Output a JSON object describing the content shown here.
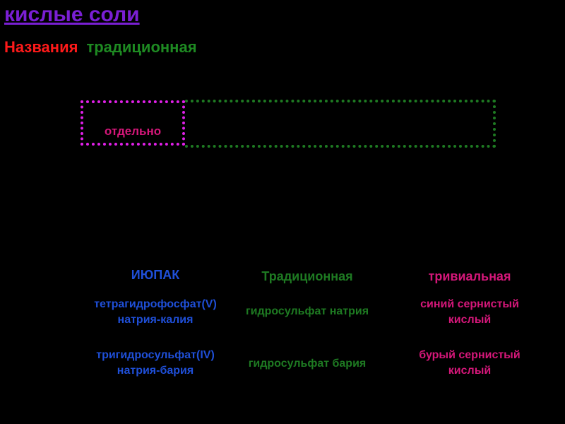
{
  "title": "кислые соли",
  "subtitle": {
    "part1": "Названия",
    "part2": "традиционная"
  },
  "formula_box": {
    "label": "отдельно"
  },
  "table": {
    "columns": [
      {
        "header": "ИЮПАК"
      },
      {
        "header": "Традиционная"
      },
      {
        "header": "тривиальная"
      }
    ],
    "rows": [
      {
        "iupac_line1": "тетрагидрофосфат(V)",
        "iupac_line2": "натрия-калия",
        "traditional": "гидросульфат натрия",
        "trivial_line1": "синий сернистый",
        "trivial_line2": "кислый"
      },
      {
        "iupac_line1": "тригидросульфат(IV)",
        "iupac_line2": "натрия-бария",
        "traditional": "гидросульфат бария",
        "trivial_line1": "бурый сернистый",
        "trivial_line2": "кислый"
      }
    ]
  },
  "colors": {
    "background": "#000000",
    "title": "#7a1fd4",
    "red": "#ff1a1a",
    "green": "#1e7a22",
    "blue": "#1f4fd8",
    "pink": "#d6177a",
    "magenta_border": "#e020e8"
  }
}
